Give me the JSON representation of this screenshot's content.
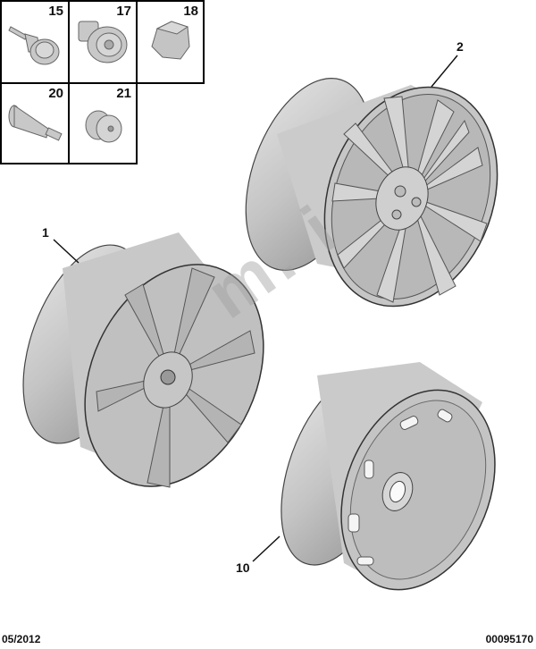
{
  "parts_grid": {
    "cells": [
      {
        "ref": "15",
        "part": "wheel-bolt"
      },
      {
        "ref": "17",
        "part": "anti-theft-bolt"
      },
      {
        "ref": "18",
        "part": "bolt-cap"
      },
      {
        "ref": "20",
        "part": "tyre-valve"
      },
      {
        "ref": "21",
        "part": "anti-theft-socket-key"
      }
    ]
  },
  "callouts": {
    "wheel_1": "1",
    "wheel_2": "2",
    "wheel_10": "10"
  },
  "wheels": [
    {
      "ref": "1",
      "type": "alloy wheel, 6 spoke"
    },
    {
      "ref": "2",
      "type": "alloy wheel, 10 spoke"
    },
    {
      "ref": "10",
      "type": "steel wheel"
    }
  ],
  "watermark": "m. i",
  "footer": {
    "date": "05/2012",
    "diagram_id": "00095170"
  },
  "colors": {
    "metal": "#c8c8c8",
    "metal_dark": "#8a8a8a",
    "line": "#1a1a1a",
    "background": "#ffffff"
  }
}
